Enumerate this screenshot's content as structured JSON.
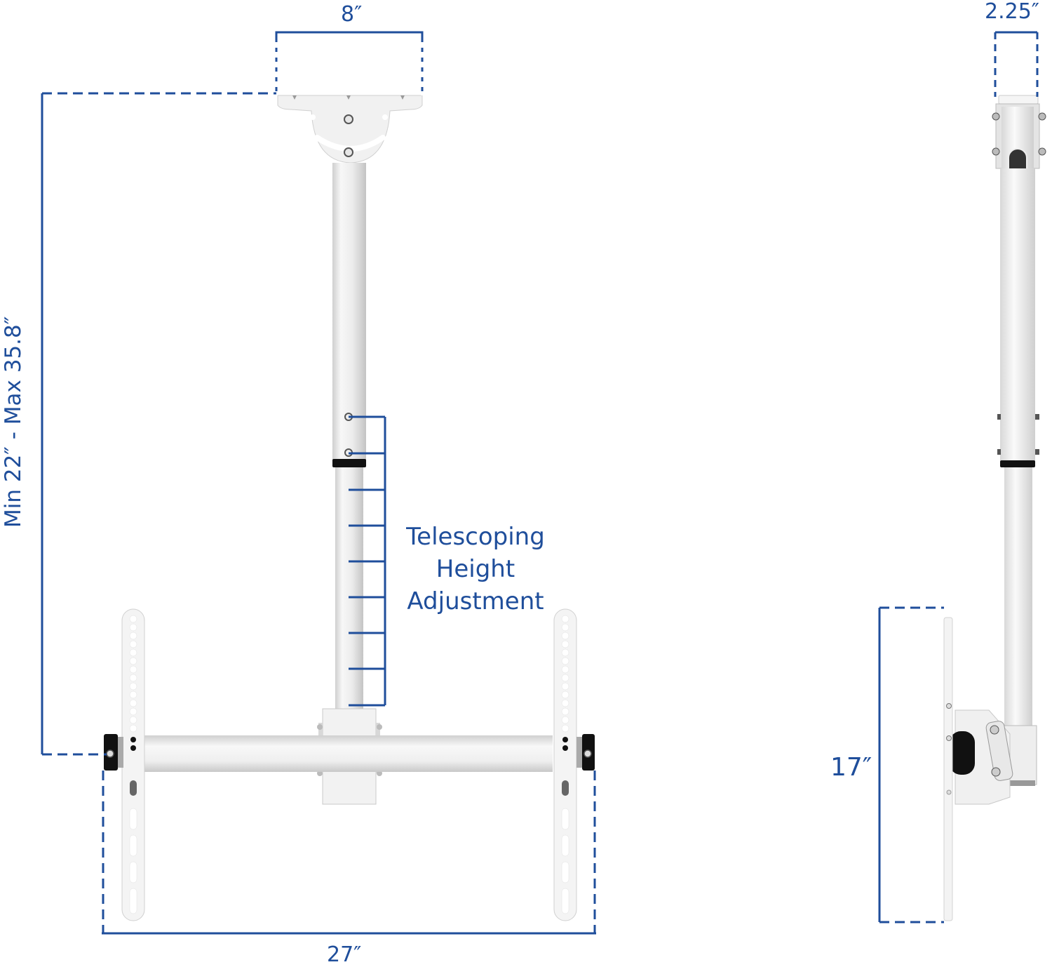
{
  "diagram": {
    "type": "product-dimension-drawing",
    "subject": "ceiling TV mount",
    "views": [
      "front",
      "side"
    ],
    "colors": {
      "dimension_line": "#1f4e9b",
      "metal": "#f2f2f2",
      "metal_shade": "#d6d6d6",
      "rubber": "#111111",
      "background": "#ffffff"
    }
  },
  "labels": {
    "ceiling_plate_width": "8″",
    "ceiling_plate_depth": "2.25″",
    "height_range": "Min 22″ - Max 35.8″",
    "telescoping": {
      "line1": "Telescoping",
      "line2": "Height",
      "line3": "Adjustment"
    },
    "bracket_width": "27″",
    "plate_height": "17″"
  },
  "dimensions": {
    "ceiling_plate_width_in": 8,
    "ceiling_plate_depth_in": 2.25,
    "height_min_in": 22,
    "height_max_in": 35.8,
    "bracket_width_in": 27,
    "plate_height_in": 17,
    "telescoping_adjustment_positions": 9
  }
}
